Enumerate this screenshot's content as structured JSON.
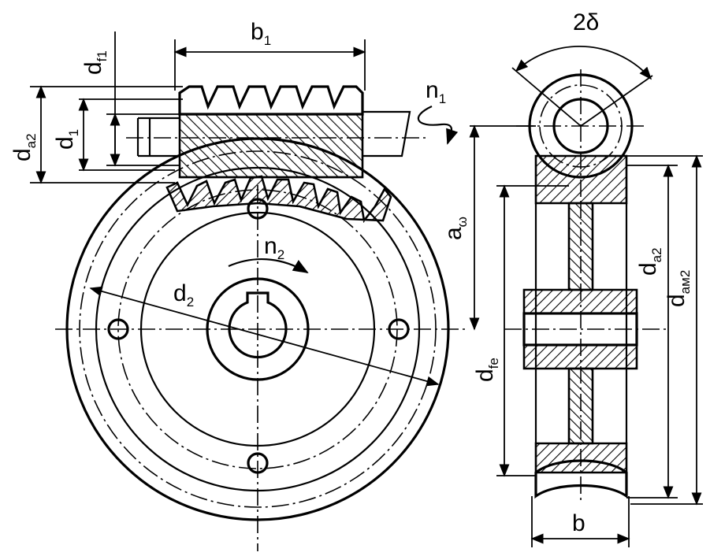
{
  "labels": {
    "b1": {
      "main": "b",
      "sub": "1"
    },
    "df1": {
      "main": "d",
      "sub": "f1"
    },
    "da2": {
      "main": "d",
      "sub": "a2"
    },
    "d1": {
      "main": "d",
      "sub": "1"
    },
    "n1": {
      "main": "n",
      "sub": "1"
    },
    "n2": {
      "main": "n",
      "sub": "2"
    },
    "d2": {
      "main": "d",
      "sub": "2"
    },
    "aw": {
      "main": "a",
      "sub": "ω"
    },
    "da2r": {
      "main": "d",
      "sub": "a2"
    },
    "dam2": {
      "main": "d",
      "sub": "aм2"
    },
    "dfe": {
      "main": "d",
      "sub": "fe"
    },
    "b": {
      "main": "b",
      "sub": ""
    },
    "twoDelta": {
      "main": "2δ",
      "sub": ""
    }
  }
}
